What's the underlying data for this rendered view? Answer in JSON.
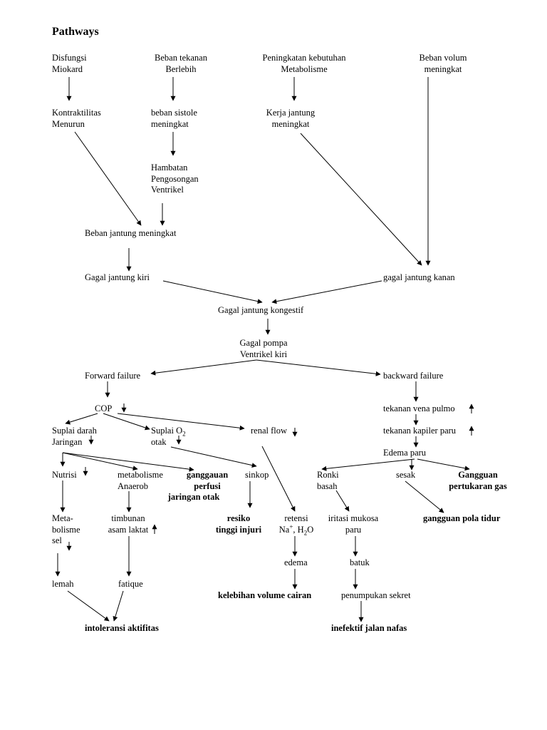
{
  "title": "Pathways",
  "nodes": {
    "disfungsi": [
      "Disfungsi",
      "Miokard"
    ],
    "beban_tekanan": [
      "Beban tekanan",
      "Berlebih"
    ],
    "peningkatan": [
      "Peningkatan kebutuhan",
      "Metabolisme"
    ],
    "beban_volum": [
      "Beban volum",
      "meningkat"
    ],
    "kontraktilitas": [
      "Kontraktilitas",
      "Menurun"
    ],
    "beban_sistole": [
      " beban sistole",
      "meningkat"
    ],
    "kerja_jantung": [
      "Kerja jantung",
      "meningkat"
    ],
    "hambatan": [
      "Hambatan",
      "Pengosongan",
      "Ventrikel"
    ],
    "beban_jantung": "Beban jantung meningkat",
    "gagal_kiri": "Gagal jantung kiri",
    "gagal_kanan": "gagal jantung kanan",
    "kongestif": "Gagal jantung kongestif",
    "gagal_pompa": [
      "Gagal pompa",
      "Ventrikel kiri"
    ],
    "forward": "Forward failure",
    "backward": "backward failure",
    "cop": "COP",
    "tekanan_vena": "tekanan vena pulmo",
    "suplai_darah": [
      "Suplai darah",
      "Jaringan"
    ],
    "suplai_o2": [
      "Suplai O",
      "otak"
    ],
    "renal": "renal flow",
    "tekanan_kapiler": "tekanan kapiler paru",
    "edema_paru": "Edema paru",
    "nutrisi": "Nutrisi",
    "metabolisme": [
      "metabolisme",
      "Anaerob"
    ],
    "ganggaun": [
      "ganggauan",
      "perfusi",
      "jaringan otak"
    ],
    "sinkop": "sinkop",
    "ronki": [
      "Ronki",
      "basah"
    ],
    "sesak": "sesak",
    "gangguan_gas": [
      "Gangguan",
      "pertukaran gas"
    ],
    "meta_sel": [
      "Meta-",
      "bolisme",
      "sel"
    ],
    "timbunan": [
      "timbunan",
      "asam laktat"
    ],
    "resiko": [
      "resiko",
      "tinggi injuri"
    ],
    "retensi": [
      "retensi",
      "Na",
      ", H",
      "O"
    ],
    "iritasi": [
      "iritasi mukosa",
      "paru"
    ],
    "gangguan_tidur": "gangguan pola tidur",
    "edema": "edema",
    "batuk": "batuk",
    "lemah": "lemah",
    "fatique": "fatique",
    "kelebihan": "kelebihan volume cairan",
    "penumpukan": "penumpukan sekret",
    "intoleransi": "intoleransi aktifitas",
    "inefektif": "inefektif jalan nafas"
  },
  "symbols": {
    "plus": "+",
    "two": "2"
  }
}
